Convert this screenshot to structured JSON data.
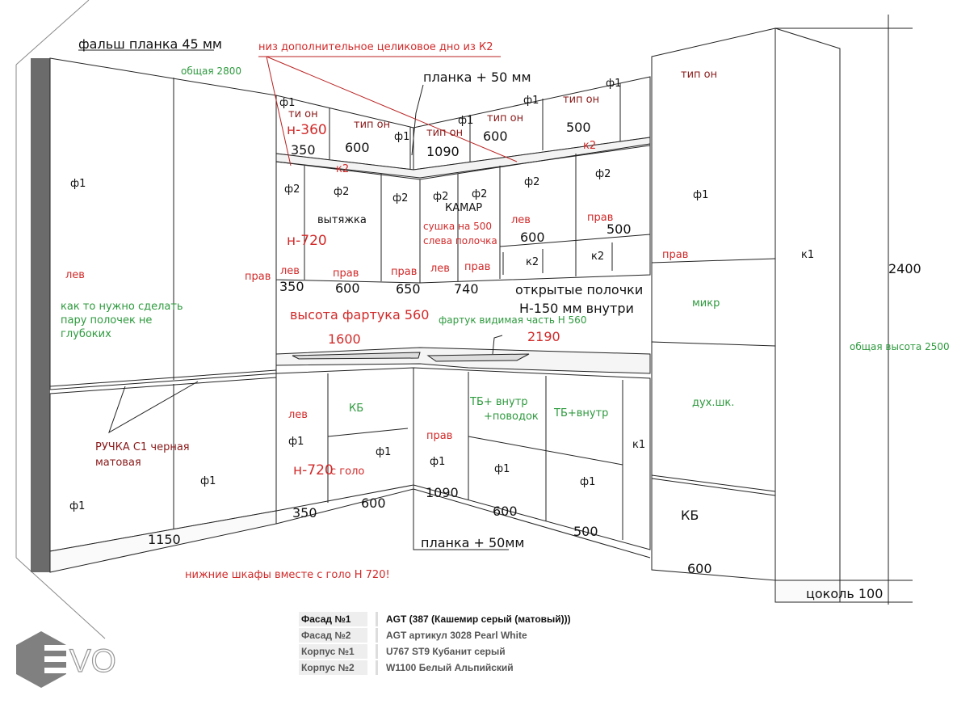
{
  "labels": [
    "фальш планка 45 мм",
    "низ дополнительное целиковое дно из К2",
    "общая 2800",
    "планка + 50 мм",
    "ф1",
    "ти он",
    "н-360",
    "350",
    "тип он",
    "600",
    "ф1",
    "тип он",
    "1090",
    "ф1",
    "тип он",
    "600",
    "ф1",
    "тип он",
    "500",
    "ф1",
    "к2",
    "к2",
    "тип он",
    "ф1",
    "ф2",
    "ф2",
    "вытяжка",
    "ф2",
    "ф2",
    "ф2",
    "КАМАР",
    "сушка на 500",
    "слева полочка",
    "ф2",
    "ф2",
    "н-720",
    "лев",
    "прав",
    "600",
    "500",
    "к2",
    "к2",
    "ф1",
    "к1",
    "2400",
    "лев",
    "прав",
    "лев",
    "прав",
    "прав",
    "лев",
    "прав",
    "прав",
    "350",
    "600",
    "650",
    "740",
    "открытые полочки",
    "Н-150 мм внутри",
    "микр",
    "как то нужно сделать",
    "пару полочек не",
    "глубоких",
    "высота фартука 560",
    "фартук видимая часть Н 560",
    "1600",
    "2190",
    "общая высота 2500",
    "дух.шк.",
    "лев",
    "КБ",
    "ТБ+ внутр",
    "+поводок",
    "ТБ+внутр",
    "к1",
    "ф1",
    "ф1",
    "прав",
    "ф1",
    "ф1",
    "ф1",
    "РУЧКА С1 черная",
    "матовая",
    "ф1",
    "н-720",
    "с голо",
    "ф1",
    "350",
    "600",
    "1090",
    "600",
    "500",
    "КБ",
    "1150",
    "планка + 50мм",
    "600",
    "нижние шкафы вместе с голо Н 720!",
    "цоколь 100"
  ],
  "legend": [
    {
      "key": "Фасад №1",
      "value": "AGT (387 (Кашемир серый (матовый)))"
    },
    {
      "key": "Фасад №2",
      "value": "AGT  артикул 3028 Pearl White"
    },
    {
      "key": "Корпус №1",
      "value": "U767 ST9 Кубанит серый"
    },
    {
      "key": "Корпус №2",
      "value": "W1100 Белый Альпийский"
    }
  ],
  "logo": "EVO",
  "colors": {
    "annotation_red": "#d22a2a",
    "annotation_green": "#2e9a3e",
    "wall": "#6b6b6b",
    "logo": "#808080"
  }
}
